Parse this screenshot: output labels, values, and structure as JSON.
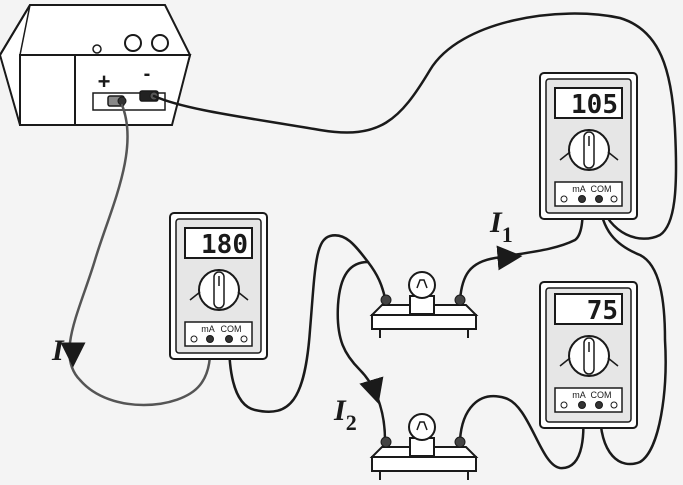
{
  "power_supply": {
    "plus_label": "+",
    "minus_label": "-"
  },
  "meters": [
    {
      "reading": "180",
      "jack_left_label": "mA",
      "jack_right_label": "COM"
    },
    {
      "reading": "105",
      "jack_left_label": "mA",
      "jack_right_label": "COM"
    },
    {
      "reading": "75",
      "jack_left_label": "mA",
      "jack_right_label": "COM"
    }
  ],
  "currents": {
    "total": {
      "symbol": "I",
      "subscript": ""
    },
    "branch1": {
      "symbol": "I",
      "subscript": "1"
    },
    "branch2": {
      "symbol": "I",
      "subscript": "2"
    }
  },
  "colors": {
    "outline": "#1a1a1a",
    "wire": "#1a1a1a",
    "red_wire": "#555555",
    "panel_fill": "#e6e6e6",
    "lcd_fill": "#ffffff",
    "background": "#f4f4f4"
  }
}
